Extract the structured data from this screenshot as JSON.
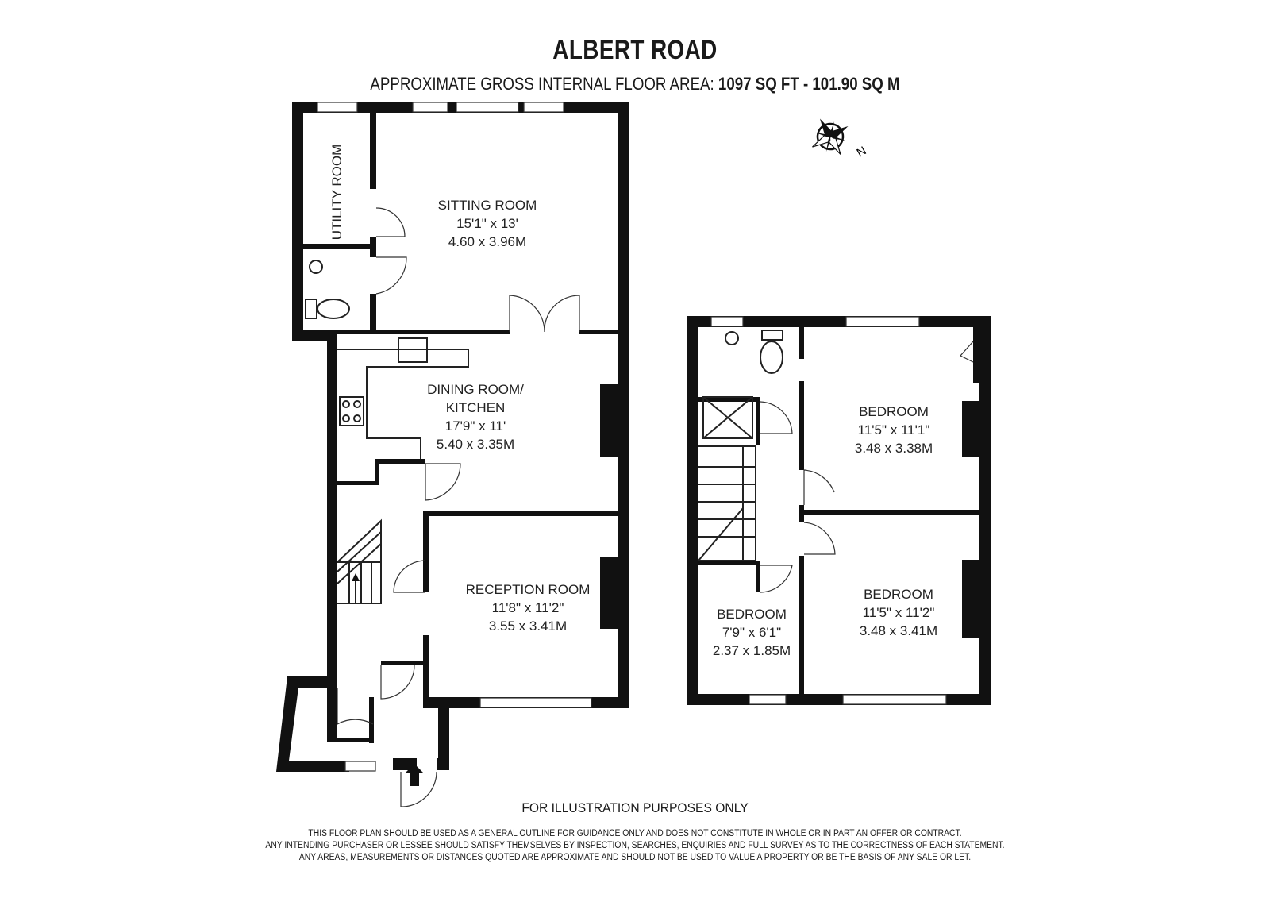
{
  "header": {
    "title": "ALBERT ROAD",
    "area_label": "APPROXIMATE GROSS INTERNAL FLOOR AREA:",
    "area_value": "1097 SQ FT  -  101.90  SQ M"
  },
  "compass": {
    "north_label": "N"
  },
  "rooms": {
    "utility": {
      "name": "UTILITY ROOM"
    },
    "sitting": {
      "name": "SITTING ROOM",
      "imperial": "15'1\" x 13'",
      "metric": "4.60 x 3.96M"
    },
    "dining": {
      "name_line1": "DINING ROOM/",
      "name_line2": "KITCHEN",
      "imperial": "17'9\" x 11'",
      "metric": "5.40 x 3.35M"
    },
    "reception": {
      "name": "RECEPTION ROOM",
      "imperial": "11'8\" x 11'2\"",
      "metric": "3.55 x 3.41M"
    },
    "bedroom1": {
      "name": "BEDROOM",
      "imperial": "11'5\" x 11'1\"",
      "metric": "3.48 x 3.38M"
    },
    "bedroom2": {
      "name": "BEDROOM",
      "imperial": "11'5\" x 11'2\"",
      "metric": "3.48 x 3.41M"
    },
    "bedroom3": {
      "name": "BEDROOM",
      "imperial": "7'9\" x 6'1\"",
      "metric": "2.37 x 1.85M"
    }
  },
  "footer": {
    "illustration": "FOR ILLUSTRATION PURPOSES ONLY",
    "disclaimer": [
      "THIS FLOOR PLAN SHOULD BE USED AS A GENERAL OUTLINE FOR GUIDANCE ONLY AND DOES NOT CONSTITUTE IN WHOLE OR IN PART AN OFFER OR CONTRACT.",
      "ANY INTENDING PURCHASER OR LESSEE SHOULD SATISFY THEMSELVES BY INSPECTION, SEARCHES, ENQUIRIES AND FULL SURVEY AS TO THE CORRECTNESS OF EACH STATEMENT.",
      "ANY AREAS, MEASUREMENTS OR DISTANCES QUOTED ARE APPROXIMATE AND SHOULD NOT BE USED TO VALUE A PROPERTY OR BE THE BASIS OF ANY SALE OR LET."
    ]
  },
  "colors": {
    "wall": "#111111",
    "background": "#ffffff",
    "text": "#1a1a1a"
  }
}
